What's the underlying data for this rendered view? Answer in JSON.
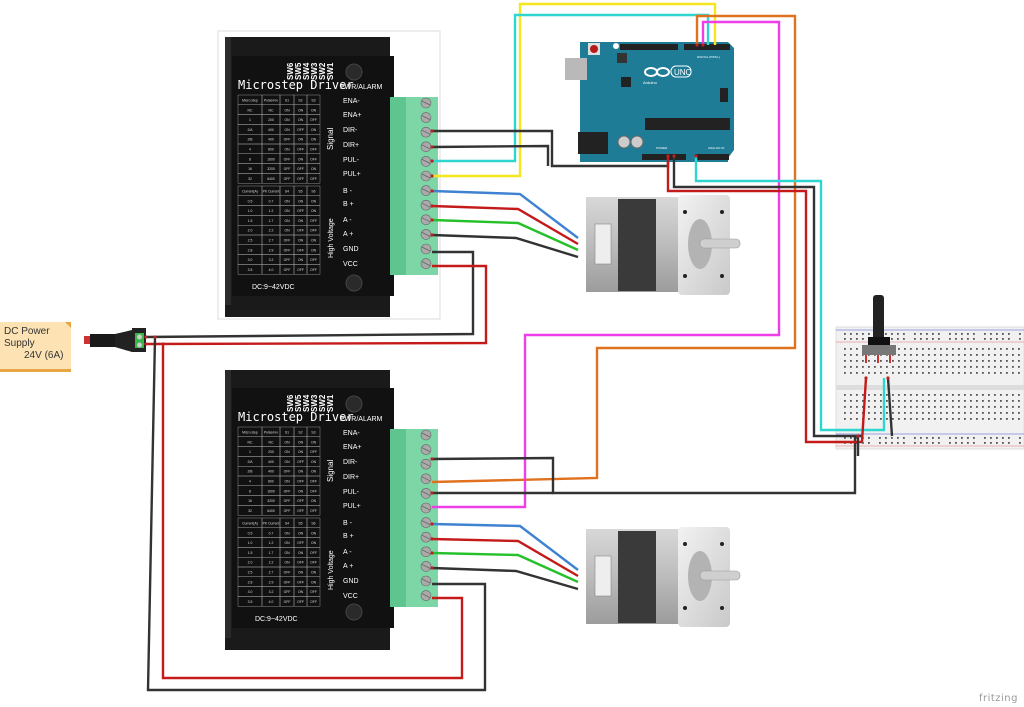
{
  "power_note": {
    "line1": "DC Power",
    "line2": "Supply",
    "line3": "24V  (6A)"
  },
  "watermark": "fritzing",
  "drivers": [
    {
      "title": "Microstep Driver",
      "switch_labels": [
        "SW6",
        "SW5",
        "SW4",
        "SW3",
        "SW2",
        "SW1"
      ],
      "led_label": "PWR/ALARM",
      "signal_group": "Signal",
      "signal_pins": [
        "ENA-",
        "ENA+",
        "DIR-",
        "DIR+",
        "PUL-",
        "PUL+"
      ],
      "hv_group": "High Voltage",
      "hv_pins": [
        "B -",
        "B +",
        "A -",
        "A +",
        "GND",
        "VCC"
      ],
      "voltage": "DC:9~42VDC"
    },
    {
      "title": "Microstep Driver",
      "switch_labels": [
        "SW6",
        "SW5",
        "SW4",
        "SW3",
        "SW2",
        "SW1"
      ],
      "led_label": "PWR/ALARM",
      "signal_group": "Signal",
      "signal_pins": [
        "ENA-",
        "ENA+",
        "DIR-",
        "DIR+",
        "PUL-",
        "PUL+"
      ],
      "hv_group": "High Voltage",
      "hv_pins": [
        "B -",
        "B +",
        "A -",
        "A +",
        "GND",
        "VCC"
      ],
      "voltage": "DC:9~42VDC"
    }
  ],
  "microstep_table": {
    "headers": [
      "Micro step",
      "Pulse/rev",
      "S1",
      "S2",
      "S3"
    ],
    "rows": [
      [
        "NC",
        "NC",
        "ON",
        "ON",
        "ON"
      ],
      [
        "1",
        "200",
        "ON",
        "ON",
        "OFF"
      ],
      [
        "2/A",
        "400",
        "ON",
        "OFF",
        "ON"
      ],
      [
        "2/B",
        "400",
        "OFF",
        "ON",
        "ON"
      ],
      [
        "4",
        "800",
        "ON",
        "OFF",
        "OFF"
      ],
      [
        "8",
        "1600",
        "OFF",
        "ON",
        "OFF"
      ],
      [
        "16",
        "3200",
        "OFF",
        "OFF",
        "ON"
      ],
      [
        "32",
        "6400",
        "OFF",
        "OFF",
        "OFF"
      ]
    ]
  },
  "current_table": {
    "headers": [
      "Current(A)",
      "PK Current",
      "S4",
      "S5",
      "S6"
    ],
    "rows": [
      [
        "0.5",
        "0.7",
        "ON",
        "ON",
        "ON"
      ],
      [
        "1.0",
        "1.2",
        "ON",
        "OFF",
        "ON"
      ],
      [
        "1.5",
        "1.7",
        "ON",
        "ON",
        "OFF"
      ],
      [
        "2.0",
        "2.2",
        "ON",
        "OFF",
        "OFF"
      ],
      [
        "2.5",
        "2.7",
        "OFF",
        "ON",
        "ON"
      ],
      [
        "2.8",
        "2.9",
        "OFF",
        "OFF",
        "ON"
      ],
      [
        "3.0",
        "3.2",
        "OFF",
        "ON",
        "OFF"
      ],
      [
        "3.5",
        "4.0",
        "OFF",
        "OFF",
        "OFF"
      ]
    ]
  },
  "arduino": {
    "brand": "Arduino",
    "model": "UNO",
    "reset_label": "RESET",
    "digital_label": "DIGITAL (PWM~)",
    "power_label": "POWER",
    "analog_label": "ANALOG IN",
    "tx": "TX",
    "rx": "RX",
    "l": "L",
    "on": "ON",
    "icsp": "ICSP"
  },
  "wire_colors": {
    "black": "#333333",
    "red": "#c41a1a",
    "blue": "#3f82d1",
    "green": "#25c12a",
    "yellow": "#f5e61d",
    "cyan": "#2fd6d0",
    "magenta": "#ee3ee8",
    "orange": "#e0721f"
  },
  "colors": {
    "driver_body": "#151515",
    "terminal_green": "#5fc58f",
    "arduino_blue": "#1f7c97",
    "motor_grey": "#bdbdbd",
    "note_bg": "#fde3b4",
    "note_border": "#e7a545"
  }
}
